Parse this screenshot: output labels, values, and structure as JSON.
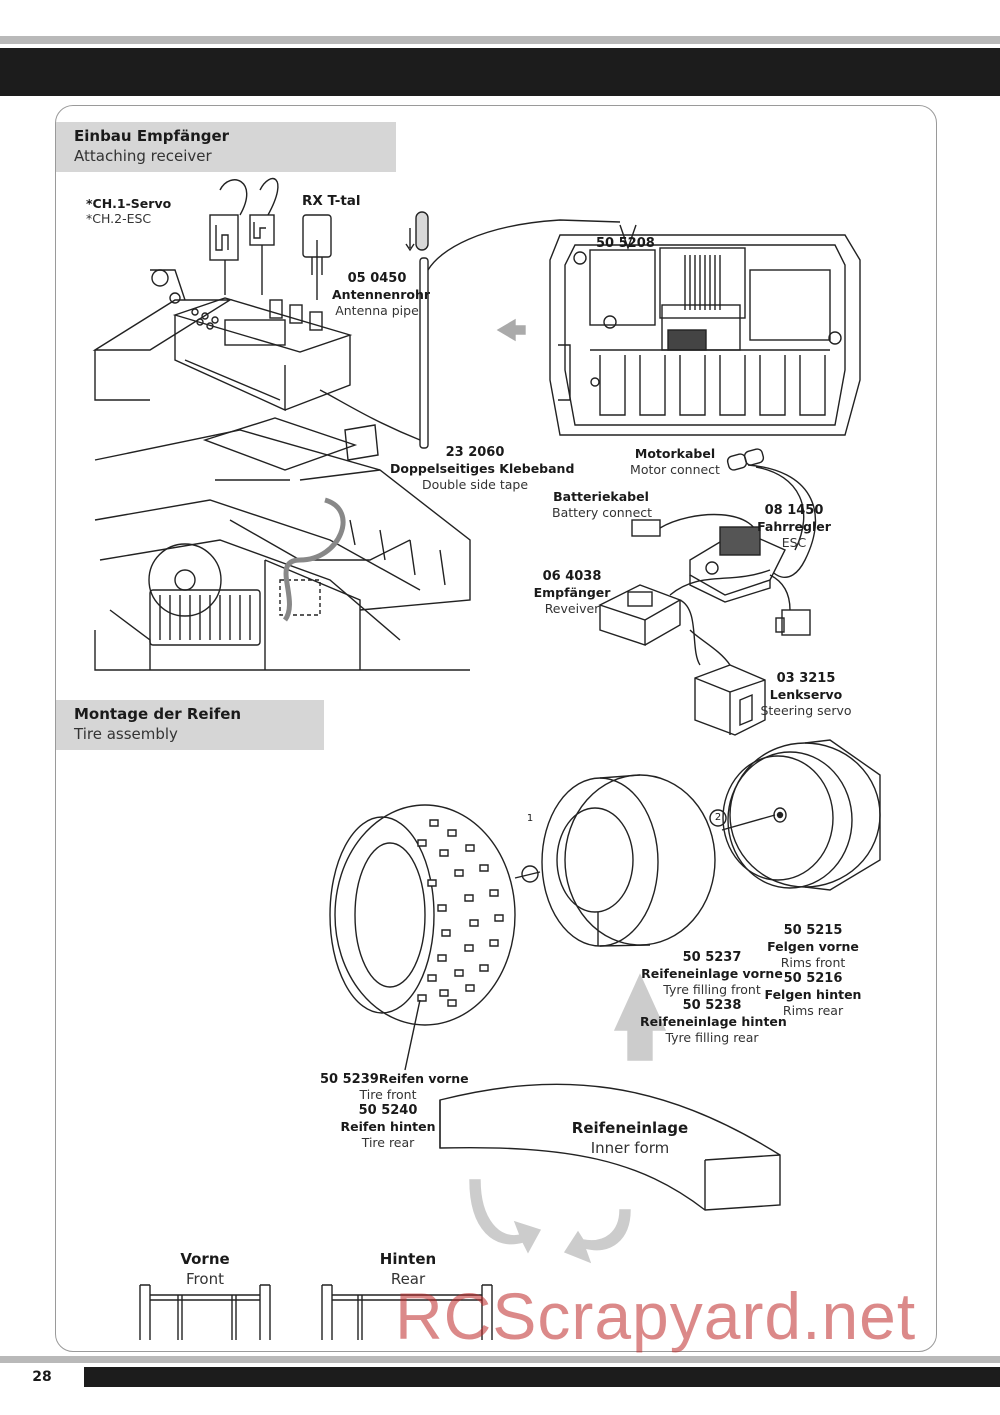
{
  "page_number": "28",
  "watermark": "RCScrapyard.net",
  "section_receiver": {
    "title_de": "Einbau Empfänger",
    "title_en": "Attaching receiver"
  },
  "receiver_labels": {
    "ch1": "*CH.1-Servo",
    "ch2": "*CH.2-ESC",
    "rx": "RX T-tal",
    "antenna": {
      "num": "05 0450",
      "de": "Antennenrohr",
      "en": "Antenna pipe"
    },
    "tape": {
      "num": "23 2060",
      "de": "Doppelseitiges Klebeband",
      "en": "Double side tape"
    },
    "chassis_part": "50 5208",
    "motor": {
      "de": "Motorkabel",
      "en": "Motor connect"
    },
    "battery": {
      "de": "Batteriekabel",
      "en": "Battery connect"
    },
    "esc": {
      "num": "08 1450",
      "de": "Fahrregler",
      "en": "ESC"
    },
    "receiver": {
      "num": "06 4038",
      "de": "Empfänger",
      "en": "Reveiver"
    },
    "servo": {
      "num": "03 3215",
      "de": "Lenkservo",
      "en": "Steering servo"
    }
  },
  "section_tire": {
    "title_de": "Montage der Reifen",
    "title_en": "Tire assembly"
  },
  "tire_labels": {
    "rims_front": {
      "num": "50 5215",
      "de": "Felgen vorne",
      "en": "Rims front"
    },
    "rims_rear": {
      "num": "50 5216",
      "de": "Felgen hinten",
      "en": "Rims rear"
    },
    "fill_front": {
      "num": "50 5237",
      "de": "Reifeneinlage vorne",
      "en": "Tyre filling front"
    },
    "fill_rear": {
      "num": "50 5238",
      "de": "Reifeneinlage hinten",
      "en": "Tyre filling rear"
    },
    "tire_front": {
      "num": "50 5239",
      "de": "Reifen vorne",
      "en": "Tire front"
    },
    "tire_rear": {
      "num": "50 5240",
      "de": "Reifen hinten",
      "en": "Tire rear"
    },
    "inner": {
      "de": "Reifeneinlage",
      "en": "Inner form"
    },
    "step1": "1",
    "step2": "2",
    "front": {
      "de": "Vorne",
      "en": "Front"
    },
    "rear": {
      "de": "Hinten",
      "en": "Rear"
    }
  }
}
